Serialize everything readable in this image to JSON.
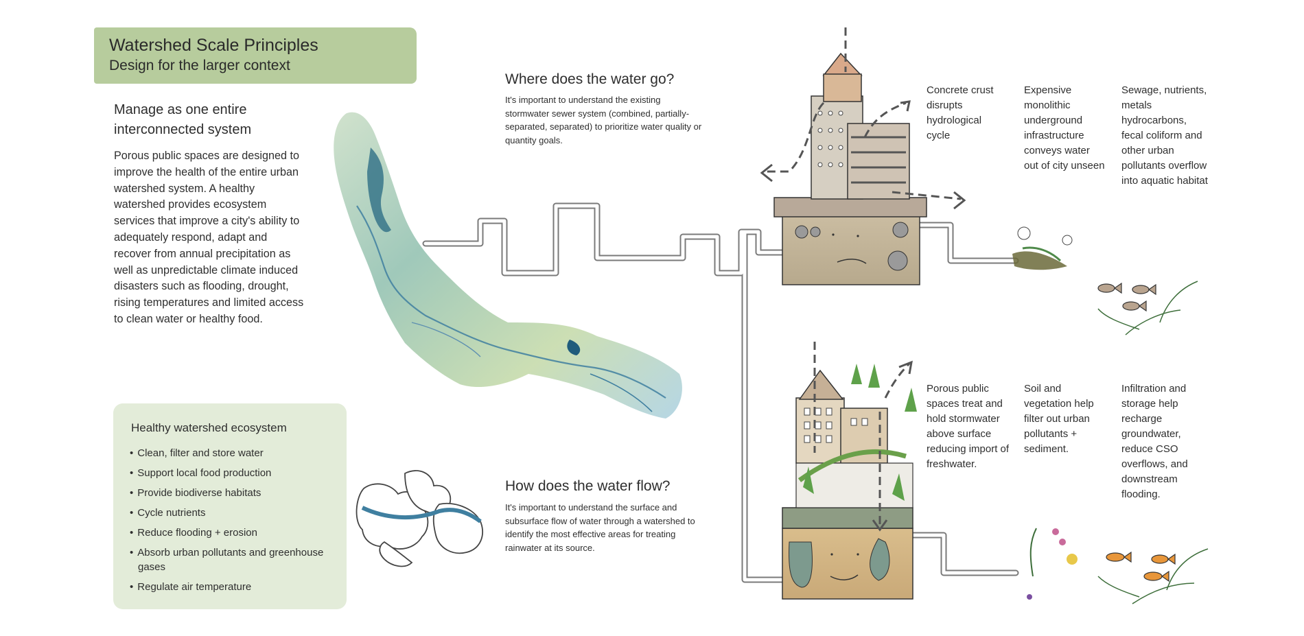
{
  "banner": {
    "title": "Watershed Scale Principles",
    "subtitle": "Design for the larger context"
  },
  "manage": {
    "heading_line1": "Manage as one entire",
    "heading_line2": "interconnected system",
    "body": "Porous public spaces are designed to improve the health of the entire urban watershed system. A healthy watershed provides ecosystem services that improve a city's ability to adequately respond, adapt and recover from annual precipitation as well as unpredictable climate induced disasters such as flooding, drought, rising temperatures and limited access to clean water or healthy food."
  },
  "ecosystem_box": {
    "title": "Healthy watershed ecosystem",
    "items": [
      "Clean, filter and store water",
      "Support local food production",
      "Provide biodiverse habitats",
      "Cycle nutrients",
      "Reduce flooding + erosion",
      "Absorb urban pollutants and greenhouse gases",
      "Regulate air temperature"
    ]
  },
  "where": {
    "title": "Where does the water go?",
    "body": "It's important to understand the existing stormwater sewer system (combined, partially-separated, separated) to prioritize water quality or quantity goals."
  },
  "how": {
    "title": "How does the water flow?",
    "body": "It's important to understand the surface and subsurface flow of water through a watershed to identify the most effective areas for treating rainwater at its source."
  },
  "top_captions": [
    "Concrete crust disrupts hydrological cycle",
    "Expensive monolithic underground infrastructure conveys water out of city unseen",
    "Sewage, nutrients, metals hydrocarbons, fecal coliform and other urban pollutants overflow into aquatic habitat"
  ],
  "bottom_captions": [
    "Porous public spaces treat and hold stormwater above surface reducing import of freshwater.",
    "Soil and vegetation help filter out urban pollutants + sediment.",
    "Infiltration and storage help recharge groundwater, reduce CSO overflows, and downstream flooding."
  ],
  "colors": {
    "banner": "#b7cc9d",
    "box": "#e3ecd9",
    "watershed_blue": "#3f7fa0",
    "watershed_green": "#9cc39a",
    "fish_orange": "#e8963a",
    "soil": "#cdb287"
  }
}
